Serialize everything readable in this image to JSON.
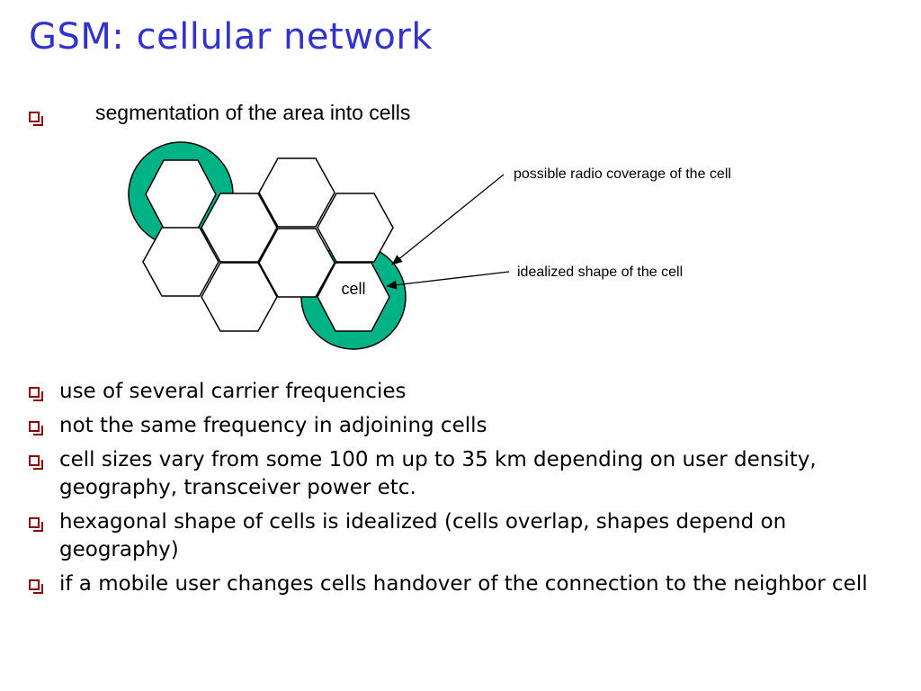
{
  "slide": {
    "title": "GSM: cellular network",
    "intro": "segmentation of the area into cells"
  },
  "diagram": {
    "coverage_label": "possible radio coverage of the cell",
    "shape_label": "idealized shape of the cell",
    "cell_label": "cell",
    "coverage_color": "#00b386"
  },
  "bullets": [
    "use of several carrier frequencies",
    "not the same frequency in adjoining cells",
    "cell sizes vary from some 100 m up to 35 km depending on user density, geography, transceiver power etc.",
    "hexagonal shape of cells is idealized (cells overlap, shapes depend on geography)",
    "if a mobile user changes cells handover of the connection to the neighbor cell"
  ],
  "colors": {
    "title": "#3333cc",
    "bullet": "#8b0000"
  }
}
